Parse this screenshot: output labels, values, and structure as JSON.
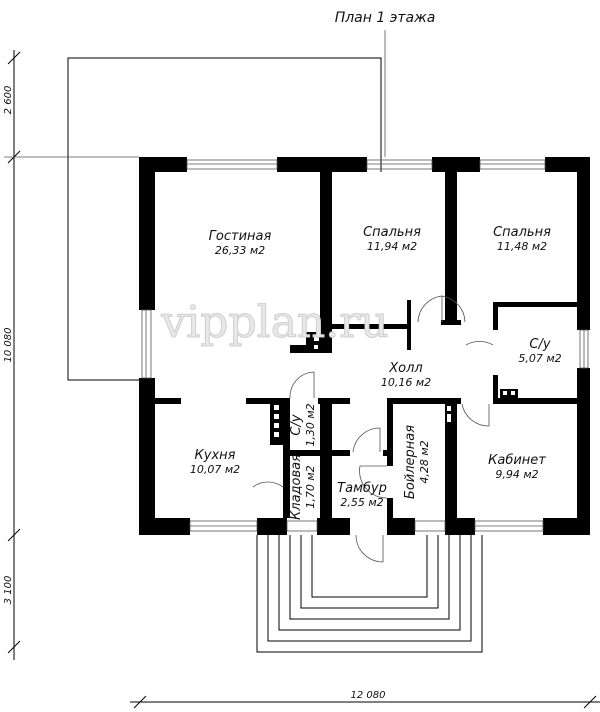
{
  "title": "План 1 этажа",
  "watermark": "vipplan.ru",
  "dimensions": {
    "left_top": "2 600",
    "left_middle": "10 080",
    "left_bottom": "3 100",
    "bottom": "12 080"
  },
  "rooms": [
    {
      "name": "Гостиная",
      "area": "26,33 м2"
    },
    {
      "name": "Спальня",
      "area": "11,94 м2"
    },
    {
      "name": "Спальня",
      "area": "11,48 м2"
    },
    {
      "name": "С/у",
      "area": "5,07 м2"
    },
    {
      "name": "Холл",
      "area": "10,16 м2"
    },
    {
      "name": "Кухня",
      "area": "10,07 м2"
    },
    {
      "name": "С/у",
      "area": "1,30 м2"
    },
    {
      "name": "Кладовая",
      "area": "1,70 м2"
    },
    {
      "name": "Тамбур",
      "area": "2,55 м2"
    },
    {
      "name": "Бойлерная",
      "area": "4,28 м2"
    },
    {
      "name": "Кабинет",
      "area": "9,94 м2"
    }
  ]
}
